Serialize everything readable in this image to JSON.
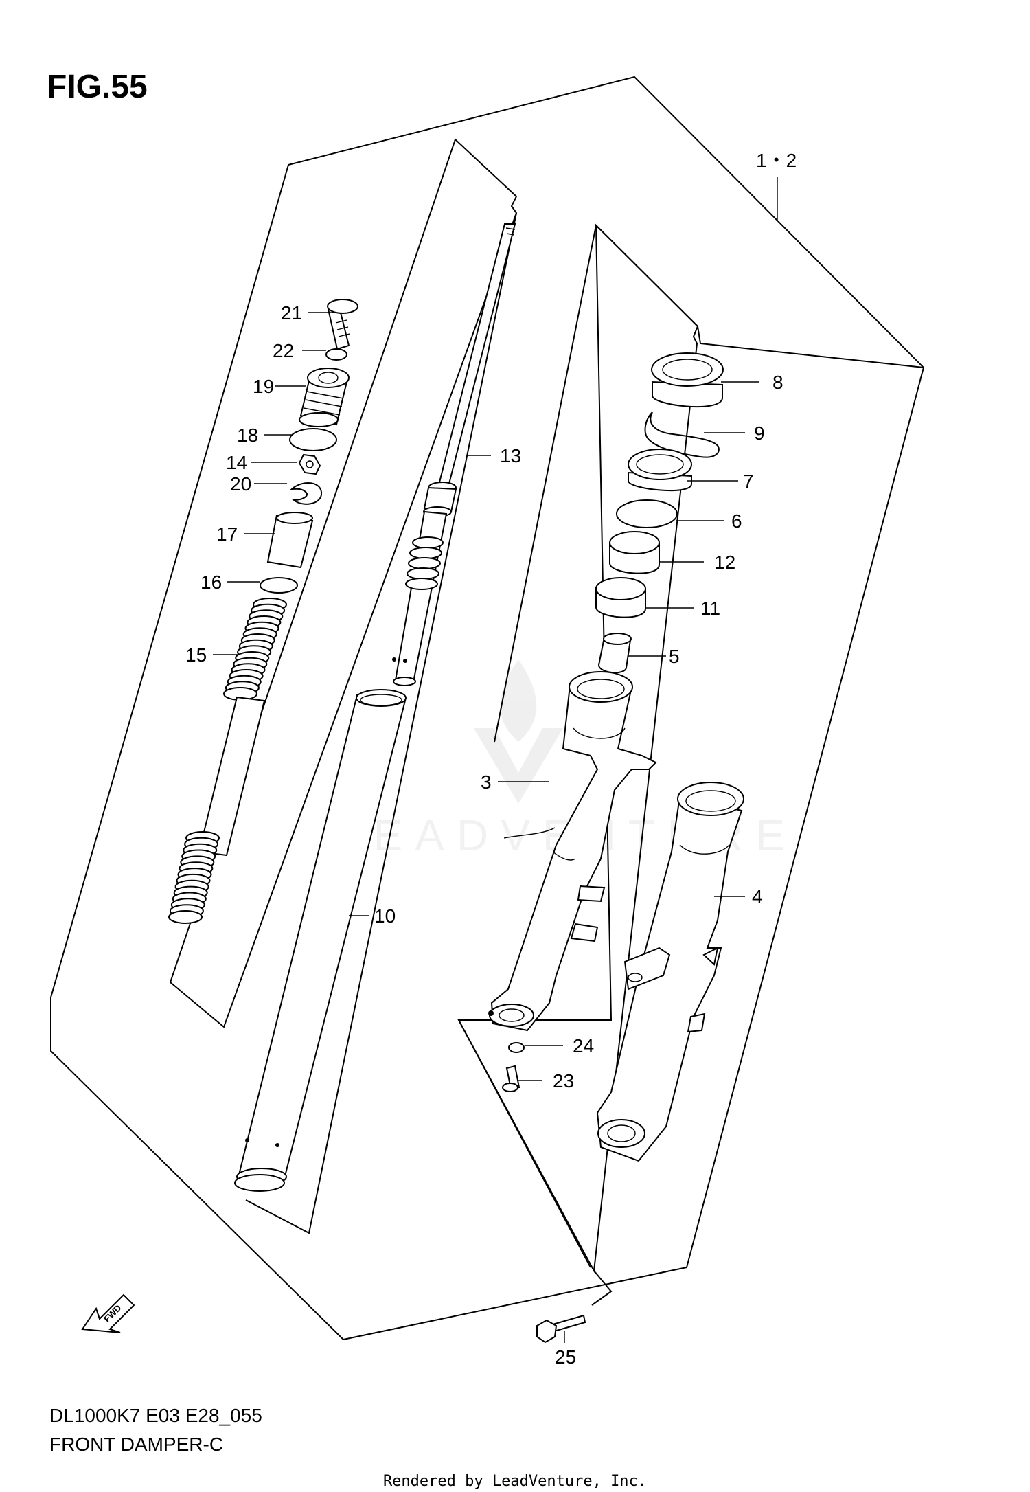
{
  "figure": {
    "title": "FIG.55",
    "model_code": "DL1000K7 E03 E28_055",
    "caption": "FRONT DAMPER-C"
  },
  "watermark": {
    "text": "LEADVENTURE"
  },
  "footer": {
    "credit": "Rendered by LeadVenture, Inc."
  },
  "fwd_marker": {
    "text": "FWD",
    "icon": "arrow-fwd-icon"
  },
  "callouts": [
    {
      "id": "1-2",
      "label": "1・2"
    },
    {
      "id": "3",
      "label": "3"
    },
    {
      "id": "4",
      "label": "4"
    },
    {
      "id": "5",
      "label": "5"
    },
    {
      "id": "6",
      "label": "6"
    },
    {
      "id": "7",
      "label": "7"
    },
    {
      "id": "8",
      "label": "8"
    },
    {
      "id": "9",
      "label": "9"
    },
    {
      "id": "10",
      "label": "10"
    },
    {
      "id": "11",
      "label": "11"
    },
    {
      "id": "12",
      "label": "12"
    },
    {
      "id": "13",
      "label": "13"
    },
    {
      "id": "14",
      "label": "14"
    },
    {
      "id": "15",
      "label": "15"
    },
    {
      "id": "16",
      "label": "16"
    },
    {
      "id": "17",
      "label": "17"
    },
    {
      "id": "18",
      "label": "18"
    },
    {
      "id": "19",
      "label": "19"
    },
    {
      "id": "20",
      "label": "20"
    },
    {
      "id": "21",
      "label": "21"
    },
    {
      "id": "22",
      "label": "22"
    },
    {
      "id": "23",
      "label": "23"
    },
    {
      "id": "24",
      "label": "24"
    },
    {
      "id": "25",
      "label": "25"
    }
  ]
}
